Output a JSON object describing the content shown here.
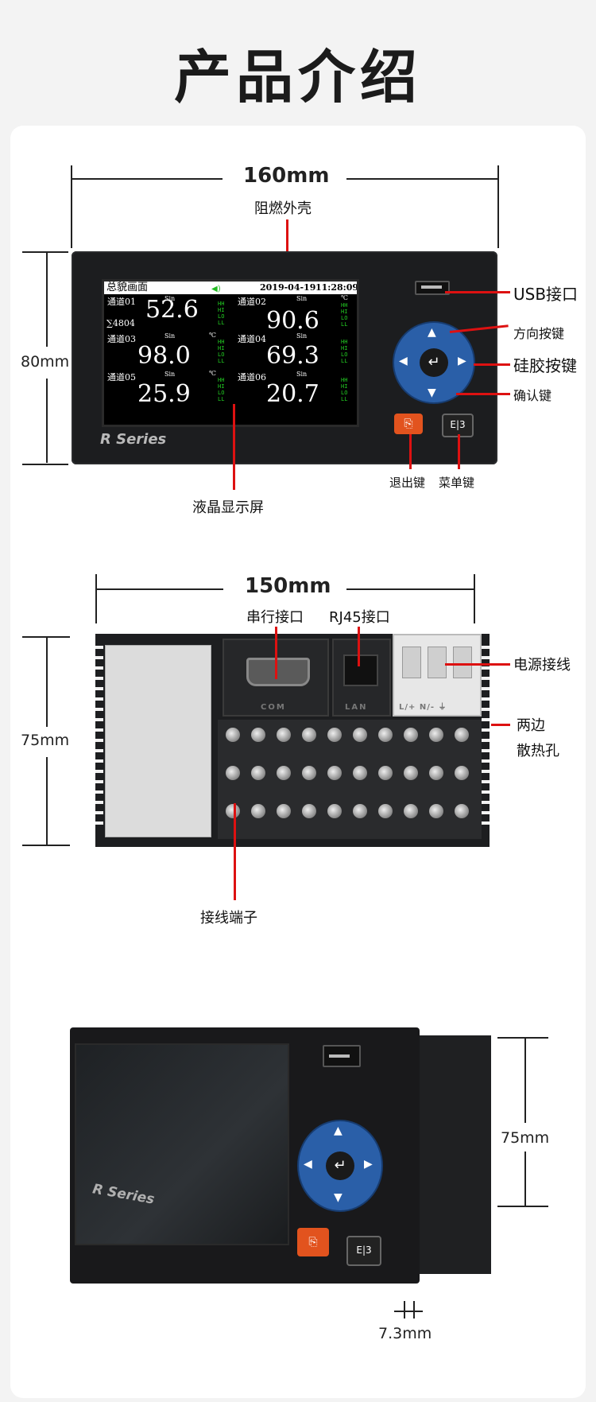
{
  "page_title": "产品介绍",
  "front_view": {
    "width_label": "160mm",
    "height_label": "80mm",
    "callouts": {
      "housing": "阻燃外壳",
      "usb": "USB接口",
      "direction_keys": "方向按键",
      "silicone_keys": "硅胶按键",
      "confirm_key": "确认键",
      "exit_key": "退出键",
      "menu_key": "菜单键",
      "lcd": "液晶显示屏"
    },
    "brand": "R Series",
    "screen": {
      "header_title": "总貌画面",
      "date": "2019-04-19",
      "time": "11:28:09",
      "channels": [
        {
          "name": "通道01",
          "unit": "Sin",
          "value": "52.6",
          "flags": "HH\nHI\nLO\nLL"
        },
        {
          "name": "通道02",
          "unit": "Sin",
          "unit2": "℃",
          "value": "90.6",
          "flags": "HH\nHI\nLO\nLL"
        },
        {
          "name": "通道03",
          "unit": "Sin",
          "unit2": "℃",
          "value": "98.0",
          "flags": "HH\nHI\nLO\nLL"
        },
        {
          "name": "通道04",
          "unit": "Sin",
          "value": "69.3",
          "flags": "HH\nHI\nLO\nLL"
        },
        {
          "name": "通道05",
          "unit": "Sin",
          "unit2": "℃",
          "value": "25.9",
          "flags": "HH\nHI\nLO\nLL"
        },
        {
          "name": "通道06",
          "unit": "Sin",
          "value": "20.7",
          "flags": "HH\nHI\nLO\nLL"
        }
      ],
      "sum_label": "∑4804"
    }
  },
  "back_view": {
    "width_label": "150mm",
    "height_label": "75mm",
    "callouts": {
      "serial": "串行接口",
      "rj45": "RJ45接口",
      "power": "电源接线",
      "vents_line1": "两边",
      "vents_line2": "散热孔",
      "terminals": "接线端子"
    },
    "port_labels": {
      "com": "COM",
      "lan": "LAN",
      "power": "L/+ N/- ⏚"
    }
  },
  "iso_view": {
    "height_label": "75mm",
    "depth_label": "7.3mm",
    "brand": "R Series"
  },
  "colors": {
    "accent_red": "#dd1111",
    "dpad_blue": "#2a5fa8",
    "exit_orange": "#e2531e"
  }
}
